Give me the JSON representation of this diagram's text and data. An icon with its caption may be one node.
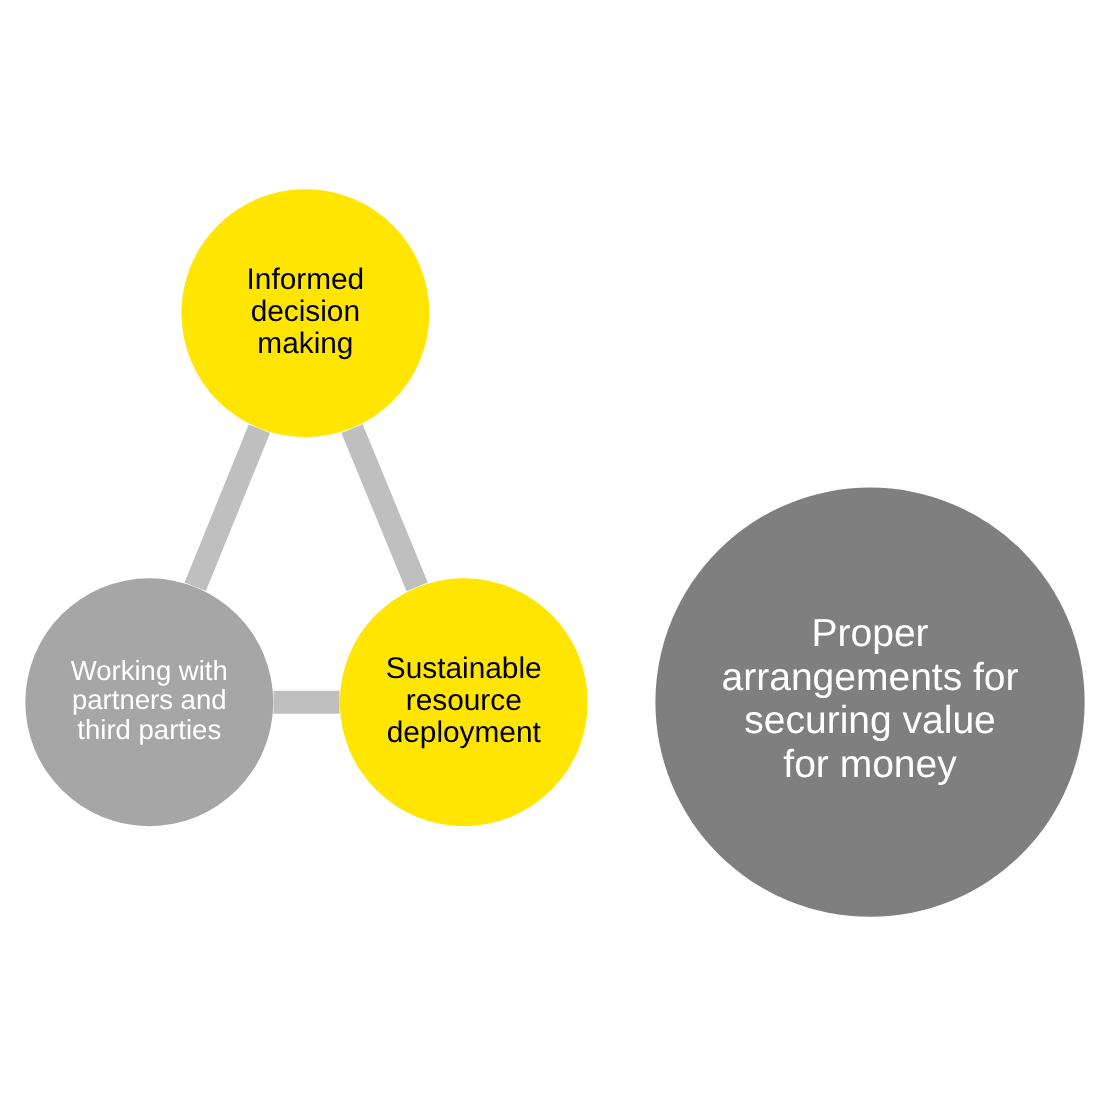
{
  "diagram": {
    "nodes": [
      {
        "text": [
          "Informed decision making"
        ]
      },
      {
        "text": [
          "Proper arrangements for securing value for money"
        ]
      },
      {
        "text": [
          "Sustainable resource deployment"
        ]
      },
      {
        "text": [
          "Working with partners and third parties"
        ]
      }
    ],
    "edges": [
      {
        "from": 0,
        "to": 3,
        "arrow": "none"
      },
      {
        "from": 3,
        "to": 2,
        "arrow": "none"
      },
      {
        "from": 2,
        "to": 0,
        "arrow": "none"
      }
    ]
  }
}
